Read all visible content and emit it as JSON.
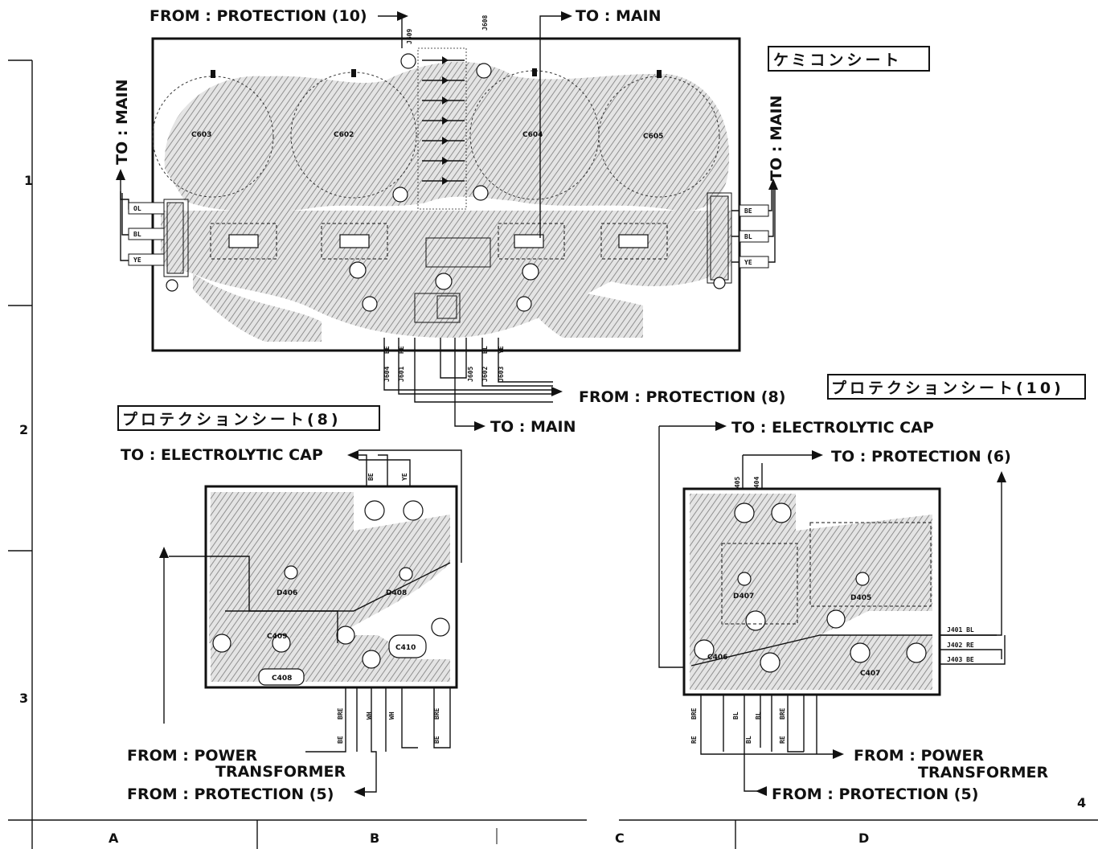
{
  "labels": {
    "from_protection_10": "FROM : PROTECTION (10)",
    "to_main_top": "TO : MAIN",
    "to_main_left": "TO : MAIN",
    "to_main_right": "TO : MAIN",
    "from_protection_8": "FROM : PROTECTION (8)",
    "to_main_bottom": "TO : MAIN",
    "to_electrolytic_cap_left": "TO : ELECTROLYTIC  CAP",
    "to_electrolytic_cap_right": "TO : ELECTROLYTIC  CAP",
    "to_protection_6": "TO : PROTECTION (6)",
    "from_power_left_1": "FROM : POWER",
    "from_power_left_2": "TRANSFORMER",
    "from_protection_5_left": "FROM : PROTECTION (5)",
    "from_power_right_1": "FROM : POWER",
    "from_power_right_2": "TRANSFORMER",
    "from_protection_5_right": "FROM : PROTECTION (5)"
  },
  "sheets": {
    "chemicon": "ケミコンシート",
    "protection8": "プロテクションシート(8)",
    "protection10": "プロテクションシート(10)"
  },
  "grid": {
    "rows": [
      "1",
      "2",
      "3",
      "4"
    ],
    "cols": [
      "A",
      "B",
      "C",
      "D"
    ]
  },
  "components": {
    "c603": "C603",
    "c602": "C602",
    "c604": "C604",
    "c605": "C605",
    "d406": "D406",
    "d408": "D408",
    "c410": "C410",
    "c409": "C409",
    "c408": "C408",
    "d407": "D407",
    "d405": "D405",
    "c406": "C406",
    "c407": "C407",
    "j401": "J401  BL",
    "j402": "J402  RE",
    "j403": "J403  BE"
  },
  "wire_colors": {
    "be": "BE",
    "bl": "BL",
    "ye": "YE",
    "re": "RE",
    "wh": "WH",
    "bre": "BRE",
    "ol": "OL"
  },
  "jumpers": {
    "j609": "J609",
    "j608": "J608",
    "j604": "J604",
    "j601": "J601",
    "j605": "J605",
    "j602": "J602",
    "j603": "J603",
    "j405": "J405",
    "j404": "J404"
  }
}
